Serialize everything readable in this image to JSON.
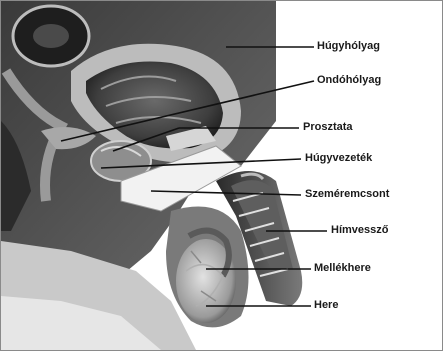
{
  "labels": [
    {
      "id": "hugyholyag",
      "text": "Húgyhólyag"
    },
    {
      "id": "ondoholyag",
      "text": "Ondóhólyag"
    },
    {
      "id": "prosztata",
      "text": "Prosztata"
    },
    {
      "id": "hugyvezetek",
      "text": "Húgyvezeték"
    },
    {
      "id": "szemeremcsont",
      "text": "Szeméremcsont"
    },
    {
      "id": "himvesszo",
      "text": "Hímvessző"
    },
    {
      "id": "mellekhere",
      "text": "Mellékhere"
    },
    {
      "id": "here",
      "text": "Here"
    }
  ],
  "colors": {
    "label_text": "#1a1a1a",
    "leader_line": "#111111"
  }
}
